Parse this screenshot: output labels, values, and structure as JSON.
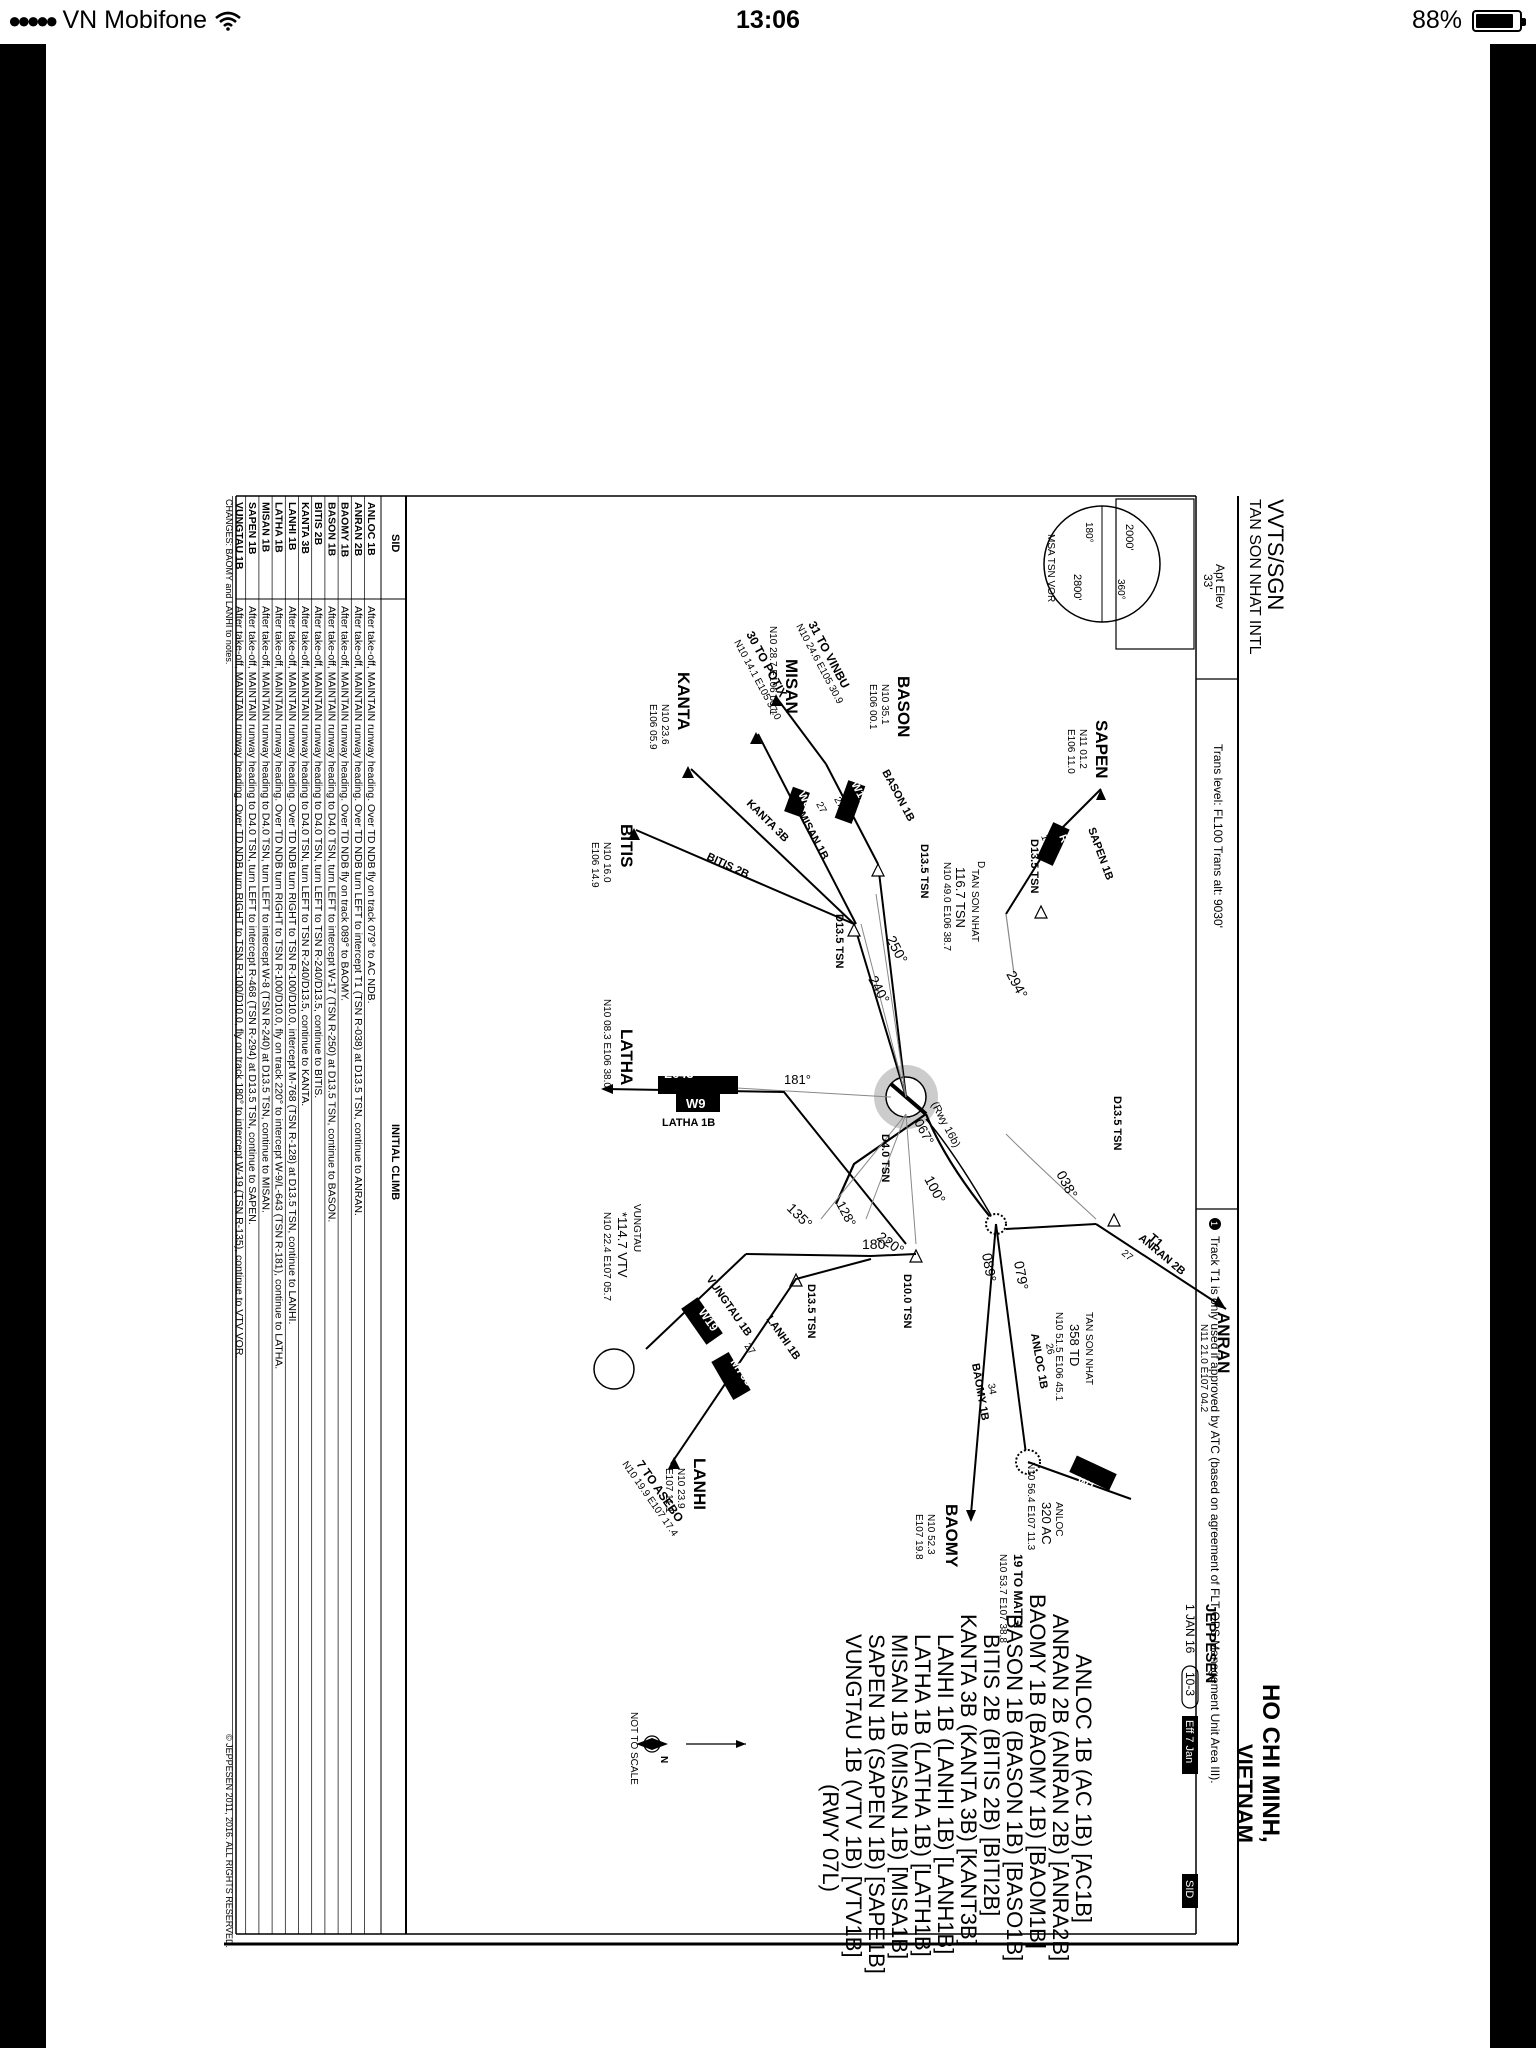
{
  "status_bar": {
    "carrier": "VN Mobifone",
    "time": "13:06",
    "battery": "88%",
    "battery_fraction": 0.88,
    "icons": [
      "signal-dots-icon",
      "wifi-icon",
      "battery-icon"
    ]
  },
  "chart": {
    "airport_code": "VVTS/SGN",
    "airport_name": "TAN SON NHAT INTL",
    "apt_elev_label": "Apt Elev",
    "apt_elev": "33'",
    "trans_info": "Trans level: FL100    Trans alt: 9030'",
    "note": "Track T1 is only used if approved by ATC (based on agreement of FLT OPS Management Unit Area III).",
    "note_number": "1",
    "city": "HO CHI MINH,",
    "country": "VIETNAM",
    "provider": "JEPPESEN",
    "date": "1 JAN 16",
    "page_no": "10-3",
    "eff": "Eff 7 Jan",
    "type": "SID",
    "title_lines": [
      "ANLOC 1B (AC 1B) [AC1B]",
      "ANRAN 2B (ANRAN 2B) [ANRA2B]",
      "BAOMY 1B (BAOMY 1B) [BAOM1B]",
      "BASON 1B (BASON 1B) [BASO1B]",
      "BITIS 2B (BITIS 2B) [BITI2B]",
      "KANTA 3B (KANTA 3B) [KANT3B]",
      "LANHI 1B (LANHI 1B) [LANH1B]",
      "LATHA 1B (LATHA 1B) [LATH1B]",
      "MISAN 1B (MISAN 1B) [MISA1B]",
      "SAPEN 1B (SAPEN 1B) [SAPE1B]",
      "VUNGTAU 1B (VTV 1B) [VTV1B]",
      "(RWY 07L)"
    ],
    "msa_label": "MSA TSN VOR",
    "msa_values": [
      "2000'",
      "2800'",
      "360°",
      "180°"
    ],
    "not_to_scale": "NOT TO SCALE",
    "table": {
      "col_sid": "SID",
      "col_climb": "INITIAL CLIMB",
      "rows": [
        {
          "sid": "ANLOC 1B",
          "text": "After take-off, MAINTAIN runway heading. Over TD NDB fly on track 079° to AC NDB."
        },
        {
          "sid": "ANRAN 2B",
          "text": "After take-off, MAINTAIN runway heading. Over TD NDB turn LEFT to intercept T1 (TSN R-038) at D13.5 TSN, continue to ANRAN."
        },
        {
          "sid": "BAOMY 1B",
          "text": "After take-off, MAINTAIN runway heading. Over TD NDB fly on track 089° to BAOMY."
        },
        {
          "sid": "BASON 1B",
          "text": "After take-off, MAINTAIN runway heading to D4.0 TSN, turn LEFT to intercept W-17 (TSN R-250) at D13.5 TSN, continue to BASON."
        },
        {
          "sid": "BITIS 2B",
          "text": "After take-off, MAINTAIN runway heading to D4.0 TSN, turn LEFT to TSN R-240/D13.5, continue to BITIS."
        },
        {
          "sid": "KANTA 3B",
          "text": "After take-off, MAINTAIN runway heading to D4.0 TSN, turn LEFT to TSN R-240/D13.5, continue to KANTA."
        },
        {
          "sid": "LANHI 1B",
          "text": "After take-off, MAINTAIN runway heading. Over TD NDB turn RIGHT to TSN R-100/D10.0, intercept M-768 (TSN R-128) at D13.5 TSN, continue to LANHI."
        },
        {
          "sid": "LATHA 1B",
          "text": "After take-off, MAINTAIN runway heading. Over TD NDB turn RIGHT to TSN R-100/D10.0, fly on track 220° to intercept W-9/L-643 (TSN R-181), continue to LATHA."
        },
        {
          "sid": "MISAN 1B",
          "text": "After take-off, MAINTAIN runway heading to D4.0 TSN, turn LEFT to intercept W-8 (TSN R-240) at D13.5 TSN, continue to MISAN."
        },
        {
          "sid": "SAPEN 1B",
          "text": "After take-off, MAINTAIN runway heading to D4.0 TSN, turn LEFT to intercept R-468 (TSN R-294) at D13.5 TSN, continue to SAPEN."
        },
        {
          "sid": "VUNGTAU 1B",
          "text": "After take-off, MAINTAIN runway heading. Over TD NDB turn RIGHT to TSN R-100/D10.0, fly on track 180° to intercept W-19 (TSN R-135), continue to VTV VOR."
        }
      ]
    },
    "changes": "CHANGES:    BAOMY and LANHI to notes.",
    "copyright": "© JEPPESEN 2011, 2016. ALL RIGHTS RESERVED.",
    "waypoints": [
      {
        "name": "SAPEN",
        "coords": [
          "N11 01.2",
          "E106 11.0"
        ]
      },
      {
        "name": "BASON",
        "coords": [
          "N10 35.1",
          "E106 00.1"
        ]
      },
      {
        "name": "MISAN",
        "coords": [
          "N10 28.7 E106 03.1"
        ]
      },
      {
        "name": "KANTA",
        "coords": [
          "N10 23.6",
          "E106 05.9"
        ]
      },
      {
        "name": "BITIS",
        "coords": [
          "N10 16.0",
          "E106 14.9"
        ]
      },
      {
        "name": "LATHA",
        "coords": [
          "N10 08.3 E106 38.0"
        ]
      },
      {
        "name": "LANHI",
        "coords": [
          "N10 23.9",
          "E107 11.1"
        ]
      },
      {
        "name": "BAOMY",
        "coords": [
          "N10 52.3",
          "E107 19.8"
        ]
      },
      {
        "name": "ANRAN",
        "coords": [
          "N11 21.0 E107 04.2"
        ]
      }
    ],
    "navaids": [
      {
        "name": "TAN SON NHAT",
        "freq": "116.7 TSN",
        "ident": "D",
        "coords": "N10 49.0 E106 38.7"
      },
      {
        "name": "TAN SON NHAT",
        "freq": "358 TD",
        "coords": "N10 51.5 E106 45.1"
      },
      {
        "name": "ANLOC",
        "freq": "320 AC",
        "coords": "N10 56.4 E107 11.3"
      },
      {
        "name": "VUNGTAU",
        "freq": "*114.7 VTV",
        "coords": "N10 22.4 E107 05.7"
      }
    ],
    "route_labels": {
      "to_vinbu": "31 TO VINBU",
      "to_vinbu_coords": "N10 24.6 E105 30.9",
      "to_potix": "30 TO POTIX",
      "to_potix_coords": "N10 14.1 E105 37.0",
      "to_matgi": "19 TO MATGI",
      "to_matgi_coords": "N10 53.7 E107 38.8",
      "to_asebo": "7 TO ASEBO",
      "to_asebo_coords": "N10 19.9 E107 17.4",
      "sapen_1b": "SAPEN 1B",
      "r468": "R468",
      "sapen_dist": "16",
      "bason_1b": "BASON 1B",
      "w17": "W17",
      "bason_dist": "27",
      "misan_1b": "MISAN 1B",
      "w8": "W8",
      "misan_dist": "27",
      "kanta_3b": "KANTA 3B",
      "bitis_2b": "BITIS 2B",
      "latha_1b": "LATHA 1B",
      "l643": "L643",
      "w9": "W9",
      "vungtau_1b": "VUNGTAU 1B",
      "w19": "W19",
      "lanhi_1b": "LANHI 1B",
      "m768": "M768",
      "lanhi_dist": "27",
      "baomy_1b": "BAOMY 1B",
      "baomy_dist": "34",
      "anloc_1b": "ANLOC 1B",
      "anloc_dist": "26",
      "w1": "W1",
      "anran_2b": "ANRAN 2B",
      "anran_dist": "27",
      "t1": "T1",
      "rwy": "(Rwy 16b)",
      "d135_tsn": "D13.5 TSN",
      "d40_tsn": "D4.0 TSN",
      "d100_tsn": "D10.0 TSN",
      "deg_294": "294°",
      "deg_250": "250°",
      "deg_240": "240°",
      "deg_181": "181°",
      "deg_135": "135°",
      "deg_128": "128°",
      "deg_180": "180°",
      "deg_220": "220°",
      "deg_100": "100°",
      "deg_067": "067°",
      "deg_038": "038°",
      "deg_089": "089°",
      "deg_079": "079°"
    }
  }
}
